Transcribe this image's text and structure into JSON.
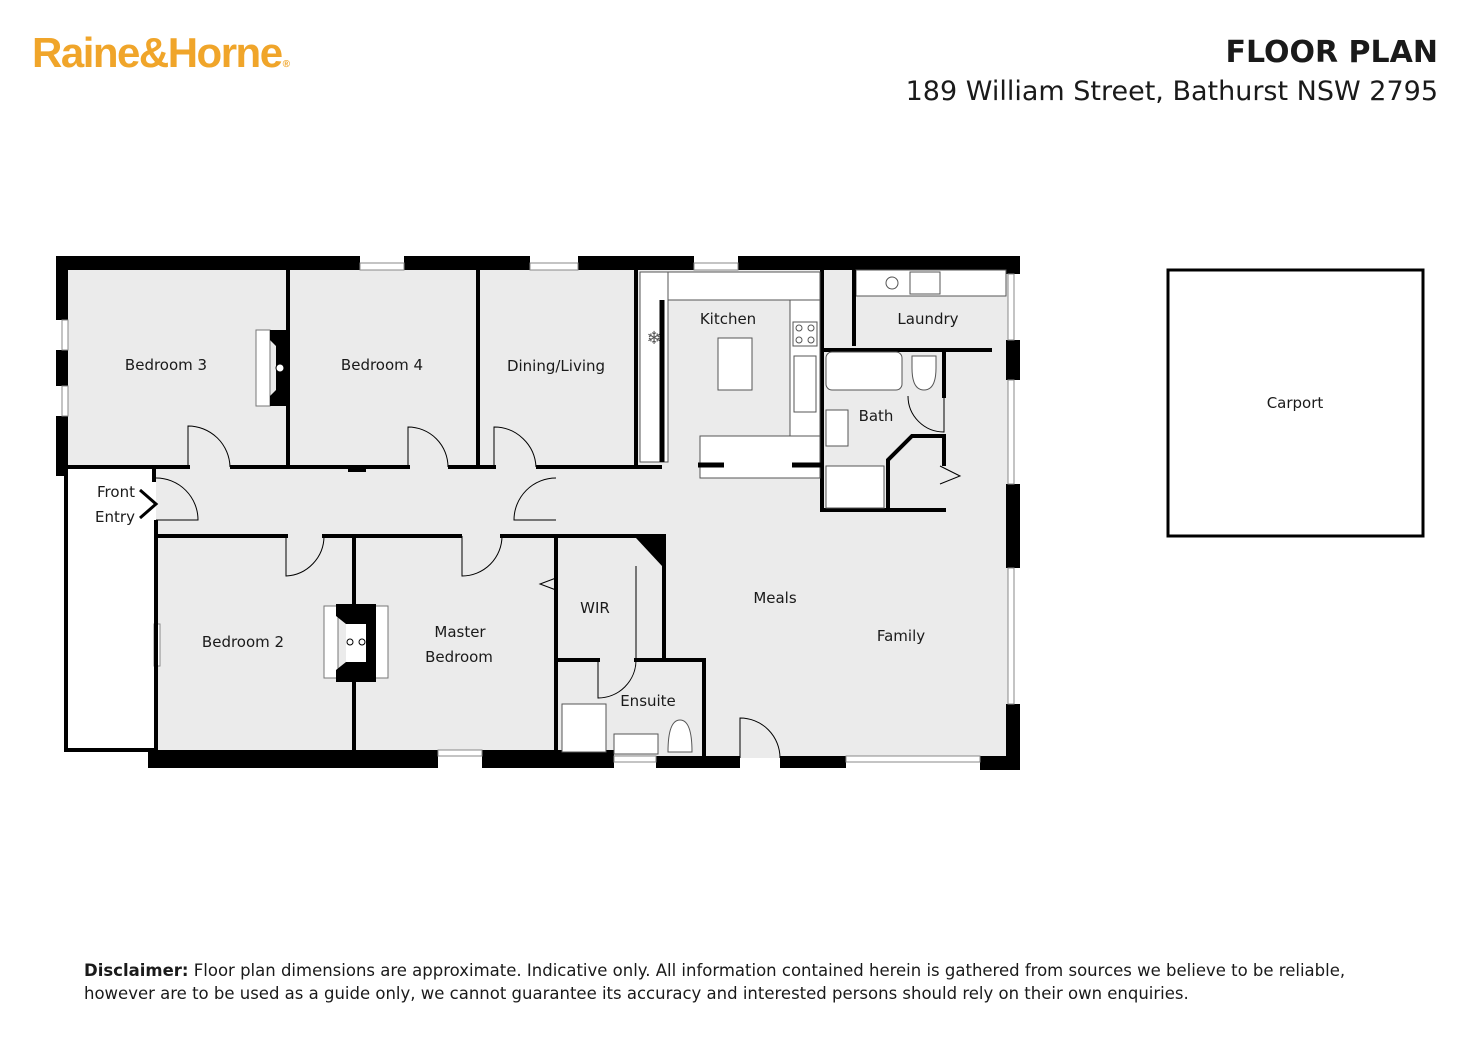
{
  "brand": {
    "logo_text": "Raine&Horne",
    "logo_mark": "®",
    "brand_color": "#f0a52a"
  },
  "header": {
    "title": "FLOOR PLAN",
    "address": "189 William Street, Bathurst NSW 2795"
  },
  "rooms": {
    "bedroom3": "Bedroom 3",
    "bedroom4": "Bedroom 4",
    "dining_living": "Dining/Living",
    "kitchen": "Kitchen",
    "laundry": "Laundry",
    "bath": "Bath",
    "front_entry_line1": "Front",
    "front_entry_line2": "Entry",
    "bedroom2": "Bedroom 2",
    "master_line1": "Master",
    "master_line2": "Bedroom",
    "wir": "WIR",
    "ensuite": "Ensuite",
    "meals": "Meals",
    "family": "Family",
    "carport": "Carport"
  },
  "colors": {
    "floor_fill": "#ebebeb",
    "wall": "#000000",
    "text": "#1a1a1a"
  },
  "disclaimer": {
    "label": "Disclaimer:",
    "text": " Floor plan dimensions are approximate. Indicative only. All information contained herein is gathered from sources we believe to be reliable, however are to be used as a guide only, we cannot guarantee its accuracy and interested persons should rely on their own enquiries."
  }
}
